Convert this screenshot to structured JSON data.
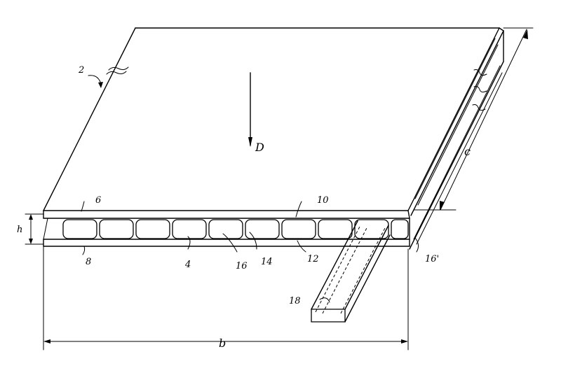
{
  "labels": {
    "panel": "2",
    "direction": "D",
    "top_sheet": "6",
    "bottom_sheet": "8",
    "height": "h",
    "inner_surface_top": "10",
    "inner_surface_bottom": "12",
    "cell": "4",
    "web": "14",
    "channel": "16",
    "channel_edge": "16'",
    "insert": "18",
    "length": "c",
    "width": "b"
  }
}
